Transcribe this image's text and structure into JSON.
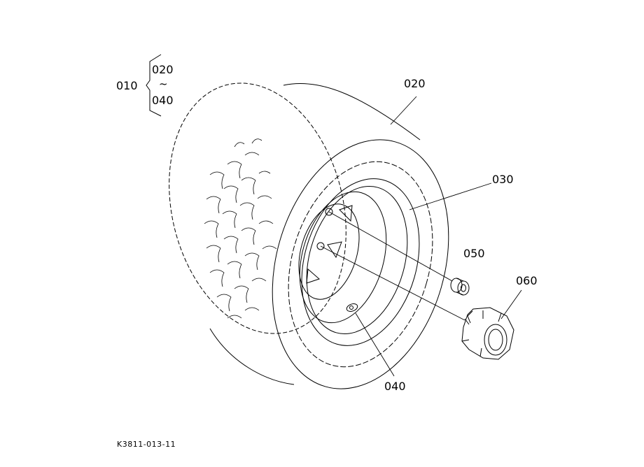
{
  "assembly": {
    "part": "010",
    "range_start": "020",
    "range_sep": "~",
    "range_end": "040"
  },
  "callouts": {
    "tire": "020",
    "wheel": "030",
    "valve": "040",
    "bushing": "050",
    "hub_cap": "060"
  },
  "doc_id": "K3811-013-11"
}
